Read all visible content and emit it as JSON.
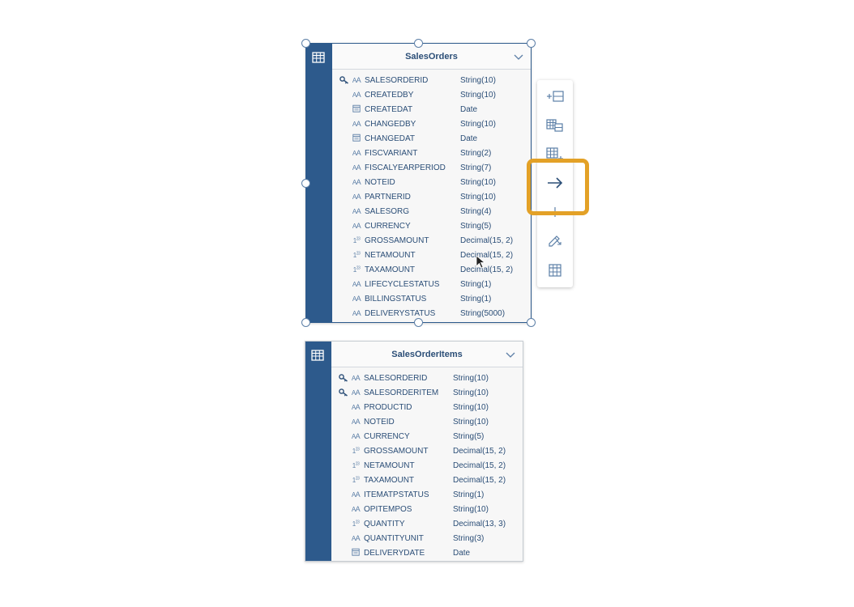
{
  "entities": [
    {
      "name": "SalesOrders",
      "selected": true,
      "columns": [
        {
          "key": true,
          "type_icon": "AA",
          "name": "SALESORDERID",
          "type": "String(10)"
        },
        {
          "key": false,
          "type_icon": "AA",
          "name": "CREATEDBY",
          "type": "String(10)"
        },
        {
          "key": false,
          "type_icon": "cal",
          "name": "CREATEDAT",
          "type": "Date"
        },
        {
          "key": false,
          "type_icon": "AA",
          "name": "CHANGEDBY",
          "type": "String(10)"
        },
        {
          "key": false,
          "type_icon": "cal",
          "name": "CHANGEDAT",
          "type": "Date"
        },
        {
          "key": false,
          "type_icon": "AA",
          "name": "FISCVARIANT",
          "type": "String(2)"
        },
        {
          "key": false,
          "type_icon": "AA",
          "name": "FISCALYEARPERIOD",
          "type": "String(7)"
        },
        {
          "key": false,
          "type_icon": "AA",
          "name": "NOTEID",
          "type": "String(10)"
        },
        {
          "key": false,
          "type_icon": "AA",
          "name": "PARTNERID",
          "type": "String(10)"
        },
        {
          "key": false,
          "type_icon": "AA",
          "name": "SALESORG",
          "type": "String(4)"
        },
        {
          "key": false,
          "type_icon": "AA",
          "name": "CURRENCY",
          "type": "String(5)"
        },
        {
          "key": false,
          "type_icon": "123",
          "name": "GROSSAMOUNT",
          "type": "Decimal(15, 2)"
        },
        {
          "key": false,
          "type_icon": "123",
          "name": "NETAMOUNT",
          "type": "Decimal(15, 2)"
        },
        {
          "key": false,
          "type_icon": "123",
          "name": "TAXAMOUNT",
          "type": "Decimal(15, 2)"
        },
        {
          "key": false,
          "type_icon": "AA",
          "name": "LIFECYCLESTATUS",
          "type": "String(1)"
        },
        {
          "key": false,
          "type_icon": "AA",
          "name": "BILLINGSTATUS",
          "type": "String(1)"
        },
        {
          "key": false,
          "type_icon": "AA",
          "name": "DELIVERYSTATUS",
          "type": "String(5000)"
        }
      ]
    },
    {
      "name": "SalesOrderItems",
      "selected": false,
      "columns": [
        {
          "key": true,
          "type_icon": "AA",
          "name": "SALESORDERID",
          "type": "String(10)"
        },
        {
          "key": true,
          "type_icon": "AA",
          "name": "SALESORDERITEM",
          "type": "String(10)"
        },
        {
          "key": false,
          "type_icon": "AA",
          "name": "PRODUCTID",
          "type": "String(10)"
        },
        {
          "key": false,
          "type_icon": "AA",
          "name": "NOTEID",
          "type": "String(10)"
        },
        {
          "key": false,
          "type_icon": "AA",
          "name": "CURRENCY",
          "type": "String(5)"
        },
        {
          "key": false,
          "type_icon": "123",
          "name": "GROSSAMOUNT",
          "type": "Decimal(15, 2)"
        },
        {
          "key": false,
          "type_icon": "123",
          "name": "NETAMOUNT",
          "type": "Decimal(15, 2)"
        },
        {
          "key": false,
          "type_icon": "123",
          "name": "TAXAMOUNT",
          "type": "Decimal(15, 2)"
        },
        {
          "key": false,
          "type_icon": "AA",
          "name": "ITEMATPSTATUS",
          "type": "String(1)"
        },
        {
          "key": false,
          "type_icon": "AA",
          "name": "OPITEMPOS",
          "type": "String(10)"
        },
        {
          "key": false,
          "type_icon": "123",
          "name": "QUANTITY",
          "type": "Decimal(13, 3)"
        },
        {
          "key": false,
          "type_icon": "AA",
          "name": "QUANTITYUNIT",
          "type": "String(3)"
        },
        {
          "key": false,
          "type_icon": "cal",
          "name": "DELIVERYDATE",
          "type": "Date"
        }
      ]
    }
  ],
  "toolbar": {
    "buttons": [
      {
        "icon": "add-column-icon"
      },
      {
        "icon": "table-join-icon"
      },
      {
        "icon": "add-table-icon"
      },
      {
        "icon": "arrow-right-icon",
        "highlighted": true
      },
      {
        "icon": "add-icon"
      },
      {
        "icon": "edit-icon"
      },
      {
        "icon": "table-icon"
      }
    ]
  },
  "colors": {
    "entity_header_bar": "#2d5a8c",
    "title_text": "#2b4e77",
    "highlight": "#e3a127"
  }
}
